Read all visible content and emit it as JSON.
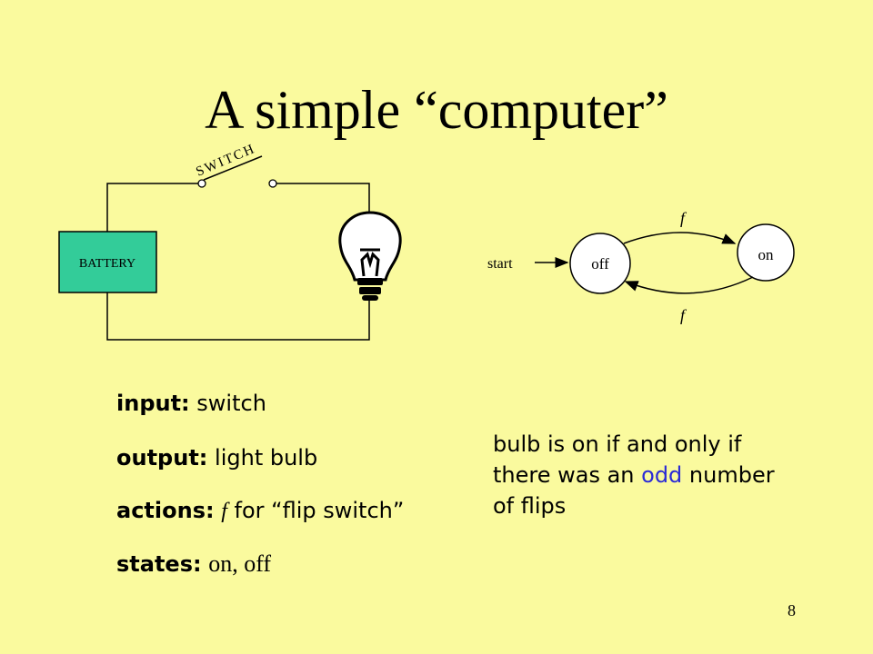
{
  "slide": {
    "title": "A simple “computer”",
    "page_number": "8"
  },
  "circuit": {
    "switch_label": "SWITCH",
    "battery_label": "BATTERY",
    "battery_color": "#33CC99"
  },
  "state_machine": {
    "start_label": "start",
    "states": [
      "off",
      "on"
    ],
    "transition_top_label": "f",
    "transition_bottom_label": "f"
  },
  "definitions": {
    "input_key": "input:",
    "input_value": "switch",
    "output_key": "output:",
    "output_value": "light bulb",
    "actions_key": "actions:",
    "actions_symbol": "f",
    "actions_value": "for “flip switch”",
    "states_key": "states:",
    "states_value": "on, off"
  },
  "note": {
    "part1": "bulb is on if and only if there was an ",
    "highlight": "odd",
    "part2": " number of flips",
    "highlight_color": "#2B2BD6"
  }
}
